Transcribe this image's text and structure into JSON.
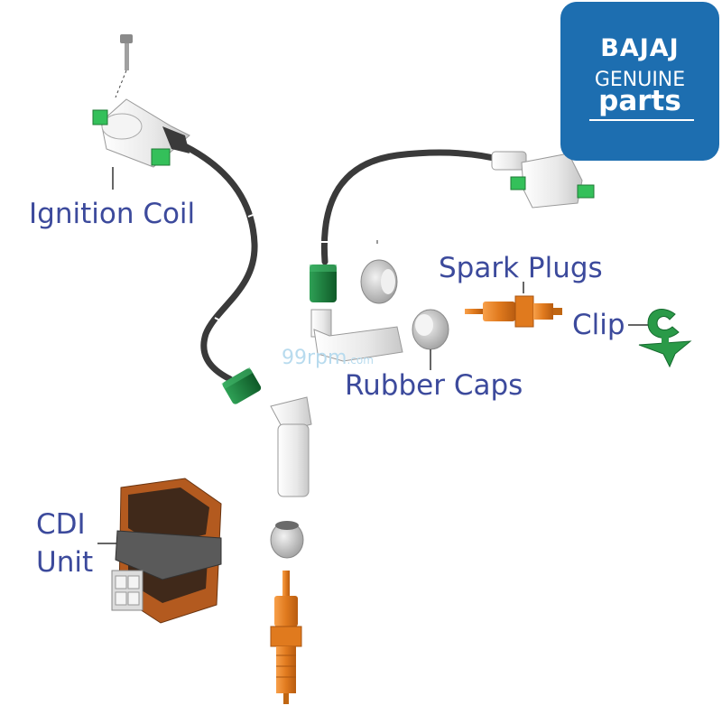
{
  "labels": {
    "ignition_coil": "Ignition Coil",
    "spark_plugs": "Spark Plugs",
    "clip": "Clip",
    "rubber_caps": "Rubber Caps",
    "cdi_line1": "CDI",
    "cdi_line2": "Unit"
  },
  "badge": {
    "brand": "BAJAJ",
    "genuine": "GENUINE",
    "parts": "parts"
  },
  "watermark": {
    "main": "99rpm",
    "suffix": ".com"
  },
  "colors": {
    "label_text": "#3c4a9c",
    "badge_bg": "#1d6eb0",
    "connector_green": "#1a7a3a",
    "plug_orange": "#e07a1e",
    "cdi_brown": "#b35a1f",
    "cable": "#333333",
    "watermark": "#b8dbee"
  }
}
